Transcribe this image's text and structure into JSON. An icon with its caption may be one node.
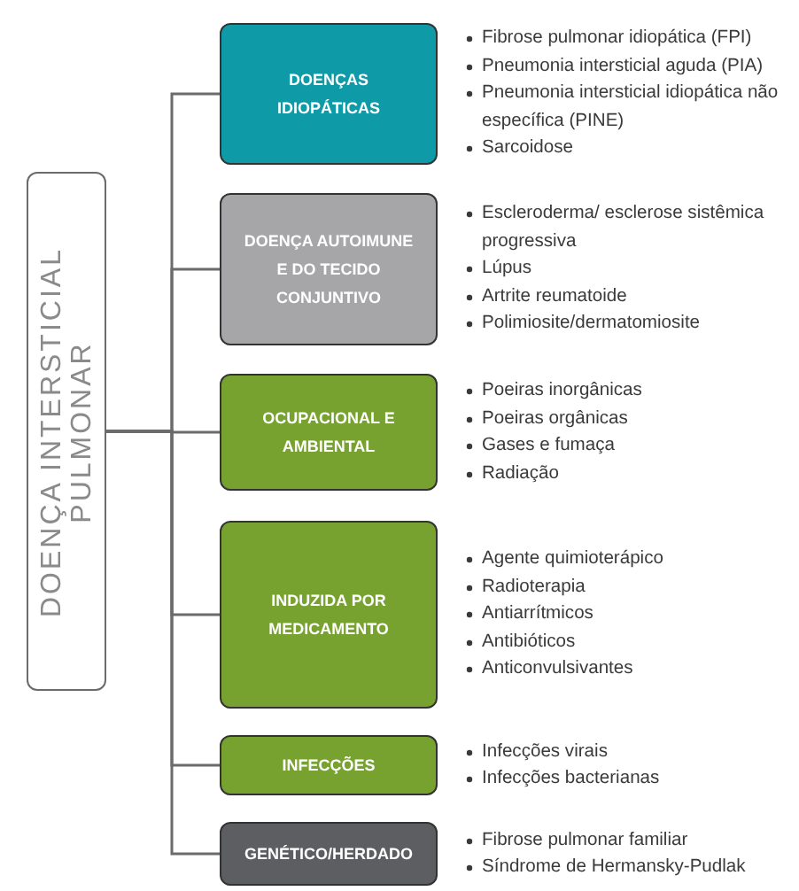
{
  "diagram": {
    "nodes": [
      {
        "text": [
          "DOENÇA INTERSTICIAL PULMONAR"
        ]
      },
      {
        "text": [
          "DOENÇAS IDIOPÁTICAS"
        ],
        "beside": [
          "Fibrose pulmonar idiopática (FPI)",
          "Pneumonia intersticial aguda (PIA)",
          "Pneumonia intersticial idiopática não específica (PINE)",
          "Sarcoidose"
        ]
      },
      {
        "text": [
          "DOENÇA AUTOIMUNE E DO TECIDO CONJUNTIVO"
        ],
        "beside": [
          "Escleroderma/ esclerose sistêmica progressiva",
          "Lúpus",
          "Artrite reumatoide",
          "Polimiosite/dermatomiosite"
        ]
      },
      {
        "text": [
          "OCUPACIONAL E AMBIENTAL"
        ],
        "beside": [
          "Poeiras inorgânicas",
          "Poeiras orgânicas",
          "Gases e fumaça",
          "Radiação"
        ]
      },
      {
        "text": [
          "INDUZIDA POR MEDICAMENTO"
        ],
        "beside": [
          "Agente quimioterápico",
          "Radioterapia",
          "Antiarrítmicos",
          "Antibióticos",
          "Anticonvulsivantes"
        ]
      },
      {
        "text": [
          "INFECÇÕES"
        ],
        "beside": [
          "Infecções virais",
          "Infecções bacterianas"
        ]
      },
      {
        "text": [
          "GENÉTICO/HERDADO"
        ],
        "beside": [
          "Fibrose pulmonar familiar",
          "Síndrome de Hermansky-Pudlak"
        ]
      }
    ],
    "edges": [
      {
        "from": 0,
        "to": 1,
        "arrow": "none"
      },
      {
        "from": 0,
        "to": 2,
        "arrow": "none"
      },
      {
        "from": 0,
        "to": 3,
        "arrow": "none"
      },
      {
        "from": 0,
        "to": 4,
        "arrow": "none"
      },
      {
        "from": 0,
        "to": 5,
        "arrow": "none"
      },
      {
        "from": 0,
        "to": 6,
        "arrow": "none"
      }
    ]
  }
}
